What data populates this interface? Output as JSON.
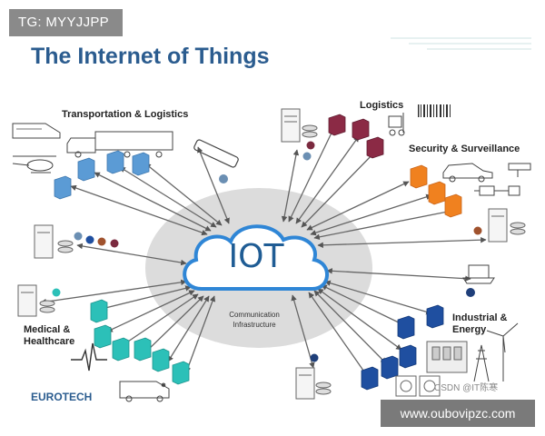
{
  "tag_label": "TG: MYYJJPP",
  "title": "The Internet of Things",
  "center_label": "IOT",
  "comm_line1": "Communication",
  "comm_line2": "Infrastructure",
  "sectors": {
    "transport": "Transportation & Logistics",
    "logistics": "Logistics",
    "security": "Security & Surveillance",
    "medical1": "Medical &",
    "medical2": "Healthcare",
    "industrial1": "Industrial &",
    "industrial2": "Energy"
  },
  "brand": "EUROTECH",
  "watermark": "CSDN @IT陈寒",
  "footer_url": "www.oubovipzc.com",
  "colors": {
    "title": "#2b5c8f",
    "transport_cube": "#5b9bd5",
    "logistics_cube": "#8b2a45",
    "security_cube": "#f0811f",
    "medical_cube": "#2cc0b8",
    "industrial_cube": "#1f4fa0",
    "cloud_outline": "#2f86d6",
    "ellipse": "#d9d9d9"
  },
  "icons": [
    "train-icon",
    "truck-icon",
    "helicopter-icon",
    "phone-icon",
    "server-icon",
    "barcode-icon",
    "car-icon",
    "camera-icon",
    "ecg-icon",
    "ambulance-icon",
    "laptop-icon",
    "wind-turbine-icon",
    "power-tower-icon"
  ]
}
